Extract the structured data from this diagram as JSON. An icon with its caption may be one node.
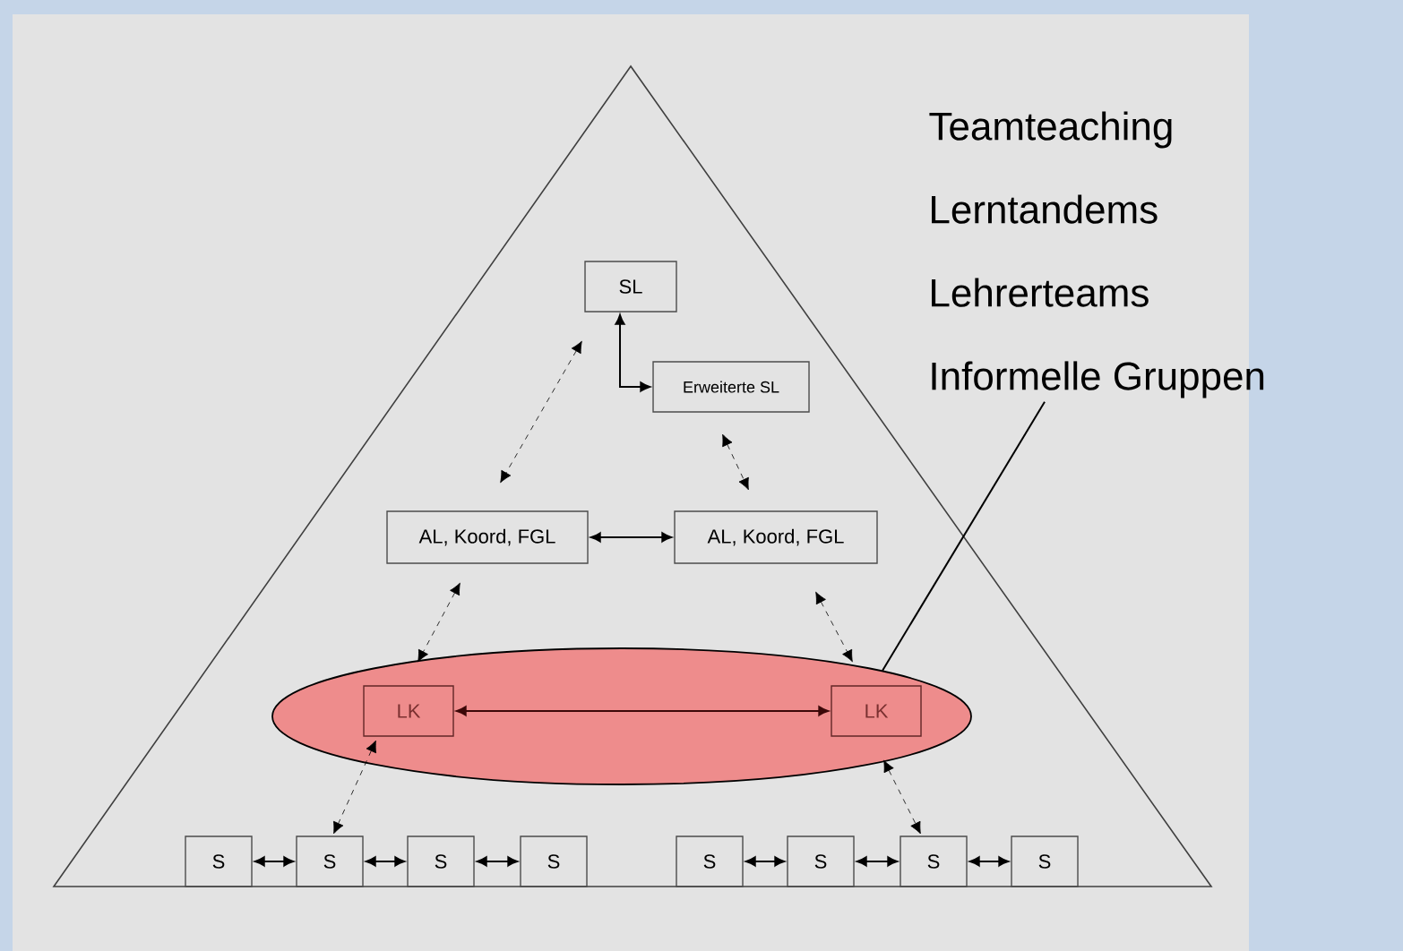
{
  "diagram": {
    "nodes": [
      {
        "text": [
          "SL"
        ]
      },
      {
        "text": [
          "Erweiterte SL"
        ]
      },
      {
        "text": [
          "AL, Koord, FGL"
        ]
      },
      {
        "text": [
          "AL, Koord, FGL"
        ]
      },
      {
        "text": [],
        "shape": "ellipse"
      },
      {
        "text": [
          "LK"
        ],
        "in": 4
      },
      {
        "text": [
          "LK"
        ],
        "in": 4
      },
      {
        "text": [
          "S"
        ]
      },
      {
        "text": [
          "S"
        ]
      },
      {
        "text": [
          "S"
        ]
      },
      {
        "text": [
          "S"
        ]
      },
      {
        "text": [
          "S"
        ]
      },
      {
        "text": [
          "S"
        ]
      },
      {
        "text": [
          "S"
        ]
      },
      {
        "text": [
          "S"
        ]
      },
      {
        "text": [
          "Teamteaching",
          "Lerntandems",
          "Lehrerteams",
          "Informelle Gruppen"
        ]
      }
    ],
    "edges": [
      {
        "from": 0,
        "to": 1,
        "arrow": "both"
      },
      {
        "from": 0,
        "to": 2,
        "arrow": "both",
        "style": "dashed"
      },
      {
        "from": 1,
        "to": 3,
        "arrow": "both",
        "style": "dashed"
      },
      {
        "from": 2,
        "to": 3,
        "arrow": "both"
      },
      {
        "from": 2,
        "to": 5,
        "arrow": "both",
        "style": "dashed"
      },
      {
        "from": 3,
        "to": 6,
        "arrow": "both",
        "style": "dashed"
      },
      {
        "from": 5,
        "to": 6,
        "arrow": "both",
        "color": "#3c0808"
      },
      {
        "from": 5,
        "to": 8,
        "arrow": "both",
        "style": "dashed"
      },
      {
        "from": 6,
        "to": 13,
        "arrow": "both",
        "style": "dashed"
      },
      {
        "from": 7,
        "to": 8,
        "arrow": "both"
      },
      {
        "from": 8,
        "to": 9,
        "arrow": "both"
      },
      {
        "from": 9,
        "to": 10,
        "arrow": "both"
      },
      {
        "from": 11,
        "to": 12,
        "arrow": "both"
      },
      {
        "from": 12,
        "to": 13,
        "arrow": "both"
      },
      {
        "from": 13,
        "to": 14,
        "arrow": "both"
      },
      {
        "from": 15,
        "to": 4,
        "arrow": "none"
      }
    ]
  }
}
